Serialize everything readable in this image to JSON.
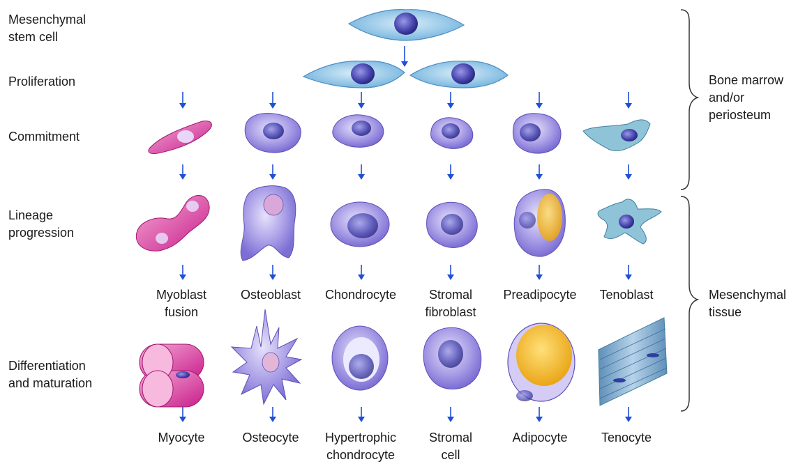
{
  "stages": {
    "mesenchymal_stem_cell": [
      "Mesenchymal",
      "stem cell"
    ],
    "proliferation": "Proliferation",
    "commitment": "Commitment",
    "lineage_progression": [
      "Lineage",
      "progression"
    ],
    "differentiation": [
      "Differentiation",
      "and maturation"
    ]
  },
  "lineages": [
    {
      "progression_label": [
        "Myoblast",
        "fusion"
      ],
      "final_label": [
        "Myocyte"
      ]
    },
    {
      "progression_label": [
        "Osteoblast"
      ],
      "final_label": [
        "Osteocyte"
      ]
    },
    {
      "progression_label": [
        "Chondrocyte"
      ],
      "final_label": [
        "Hypertrophic",
        "chondrocyte"
      ]
    },
    {
      "progression_label": [
        "Stromal",
        "fibroblast"
      ],
      "final_label": [
        "Stromal",
        "cell"
      ]
    },
    {
      "progression_label": [
        "Preadipocyte"
      ],
      "final_label": [
        "Adipocyte"
      ]
    },
    {
      "progression_label": [
        "Tenoblast"
      ],
      "final_label": [
        "Tenocyte"
      ]
    }
  ],
  "braces": {
    "upper": [
      "Bone marrow",
      "and/or",
      "periosteum"
    ],
    "lower": [
      "Mesenchymal",
      "tissue"
    ]
  },
  "colors": {
    "arrow": "#1f4fd6",
    "cell_fill": "#9b8fe0",
    "cell_light": "#c9c2f2",
    "nucleus": "#3b3a9c",
    "stem_fill": "#8ec6ea",
    "muscle": "#d83ca0",
    "fat": "#f2b51e",
    "tendon": "#7fa6c9"
  }
}
